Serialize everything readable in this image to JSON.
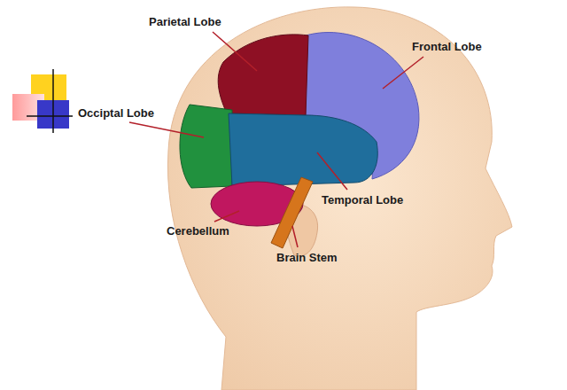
{
  "diagram": {
    "labels": [
      "Parietal Lobe",
      "Frontal Lobe",
      "Occiptal Lobe",
      "Temporal Lobe",
      "Cerebellum",
      "Brain Stem"
    ]
  }
}
